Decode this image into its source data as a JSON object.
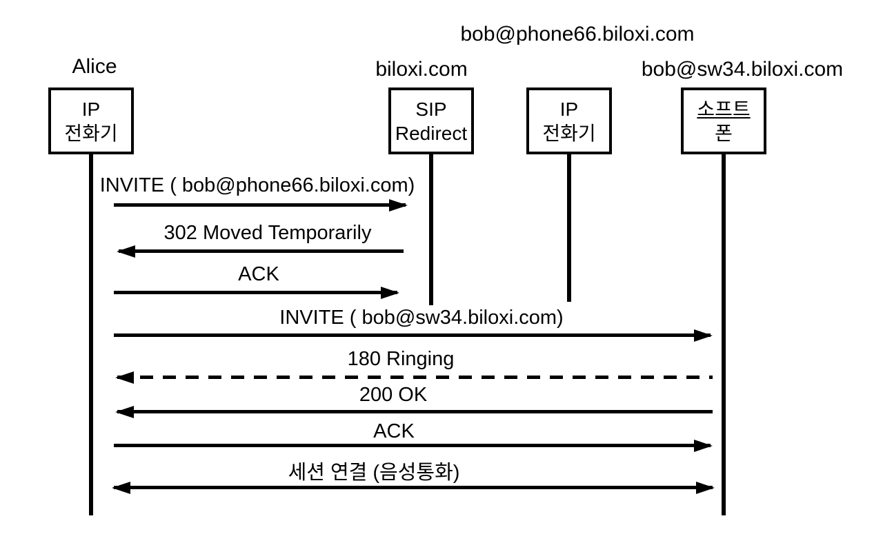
{
  "diagram": {
    "type": "sip-redirect-call-flow-sequence",
    "colors": {
      "background": "#ffffff",
      "line": "#000000",
      "text": "#000000"
    },
    "actors": [
      {
        "name": "Alice",
        "box_lines": [
          "IP",
          "전화기"
        ]
      },
      {
        "name": "biloxi.com",
        "box_lines": [
          "SIP",
          "Redirect"
        ]
      },
      {
        "name": "bob@phone66.biloxi.com",
        "box_lines": [
          "IP",
          "전화기"
        ]
      },
      {
        "name": "bob@sw34.biloxi.com",
        "box_lines": [
          "소프트",
          "폰"
        ]
      }
    ],
    "messages": [
      {
        "label": "INVITE ( bob@phone66.biloxi.com)",
        "from": "Alice",
        "to": "biloxi.com",
        "direction": "right",
        "line_style": "solid"
      },
      {
        "label": "302 Moved Temporarily",
        "from": "biloxi.com",
        "to": "Alice",
        "direction": "left",
        "line_style": "solid"
      },
      {
        "label": "ACK",
        "from": "Alice",
        "to": "biloxi.com",
        "direction": "right",
        "line_style": "solid"
      },
      {
        "label": "INVITE ( bob@sw34.biloxi.com)",
        "from": "Alice",
        "to": "bob@sw34.biloxi.com",
        "direction": "right",
        "line_style": "solid"
      },
      {
        "label": "180 Ringing",
        "from": "bob@sw34.biloxi.com",
        "to": "Alice",
        "direction": "left",
        "line_style": "dashed"
      },
      {
        "label": "200 OK",
        "from": "bob@sw34.biloxi.com",
        "to": "Alice",
        "direction": "left",
        "line_style": "solid"
      },
      {
        "label": "ACK",
        "from": "Alice",
        "to": "bob@sw34.biloxi.com",
        "direction": "right",
        "line_style": "solid"
      },
      {
        "label": "세션 연결 (음성통화)",
        "from": "Alice",
        "to": "bob@sw34.biloxi.com",
        "direction": "both",
        "line_style": "solid"
      }
    ]
  }
}
